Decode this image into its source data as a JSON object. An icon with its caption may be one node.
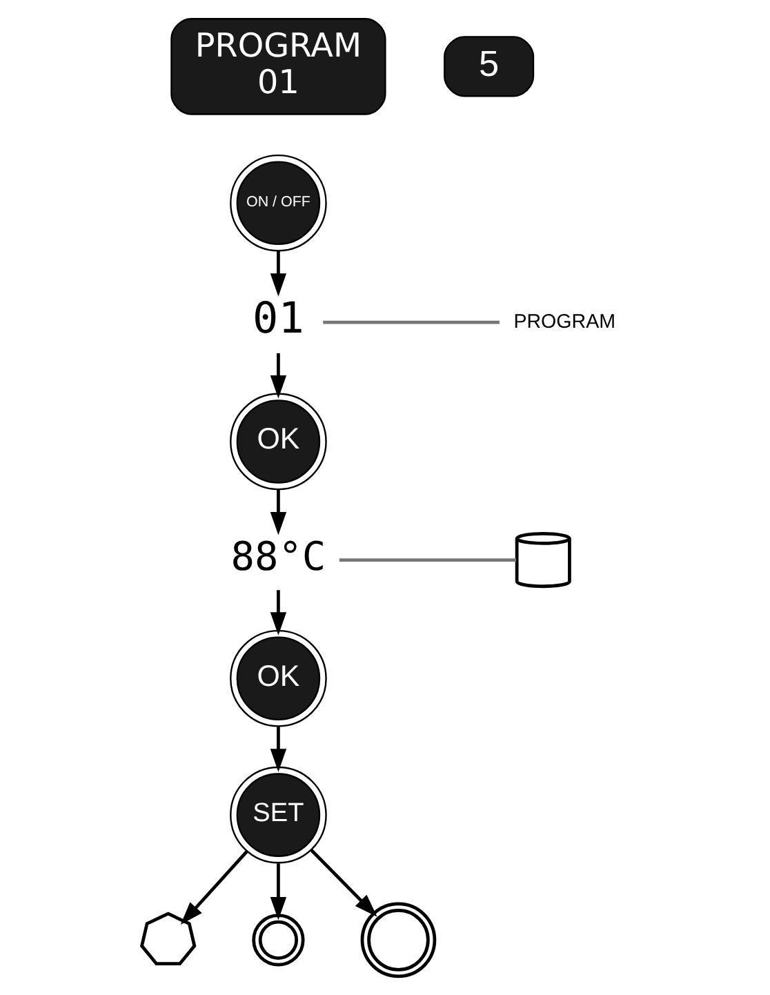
{
  "diagram": {
    "nodes": [
      {
        "text": [
          "PROGRAM",
          "01"
        ]
      },
      {
        "text": [
          "ON / OFF"
        ]
      },
      {
        "text": [
          "01"
        ]
      },
      {
        "text": [
          "PROGRAM"
        ]
      },
      {
        "text": [
          "OK"
        ]
      },
      {
        "text": [
          "88°C"
        ]
      },
      {
        "text": [],
        "shape": "thermometer"
      },
      {
        "text": [
          "OK"
        ]
      },
      {
        "text": [
          "SET"
        ]
      },
      {
        "text": [],
        "shape": "fan"
      },
      {
        "text": [],
        "shape": "sun"
      },
      {
        "text": [],
        "shape": "sun"
      }
    ],
    "edges": [
      {
        "from": 1,
        "to": 2,
        "arrow": "to"
      },
      {
        "from": 2,
        "to": 3,
        "arrow": "none",
        "color": "#777777"
      },
      {
        "from": 2,
        "to": 4,
        "arrow": "to"
      },
      {
        "from": 4,
        "to": 5,
        "arrow": "to"
      },
      {
        "from": 5,
        "to": 6,
        "arrow": "none",
        "color": "#777777"
      },
      {
        "from": 5,
        "to": 7,
        "arrow": "to"
      },
      {
        "from": 7,
        "to": 8,
        "arrow": "to"
      },
      {
        "from": 8,
        "to": 9,
        "arrow": "to"
      },
      {
        "from": 8,
        "to": 10,
        "arrow": "to"
      },
      {
        "from": 8,
        "to": 11,
        "arrow": "to"
      }
    ],
    "labels": [
      "5"
    ]
  }
}
